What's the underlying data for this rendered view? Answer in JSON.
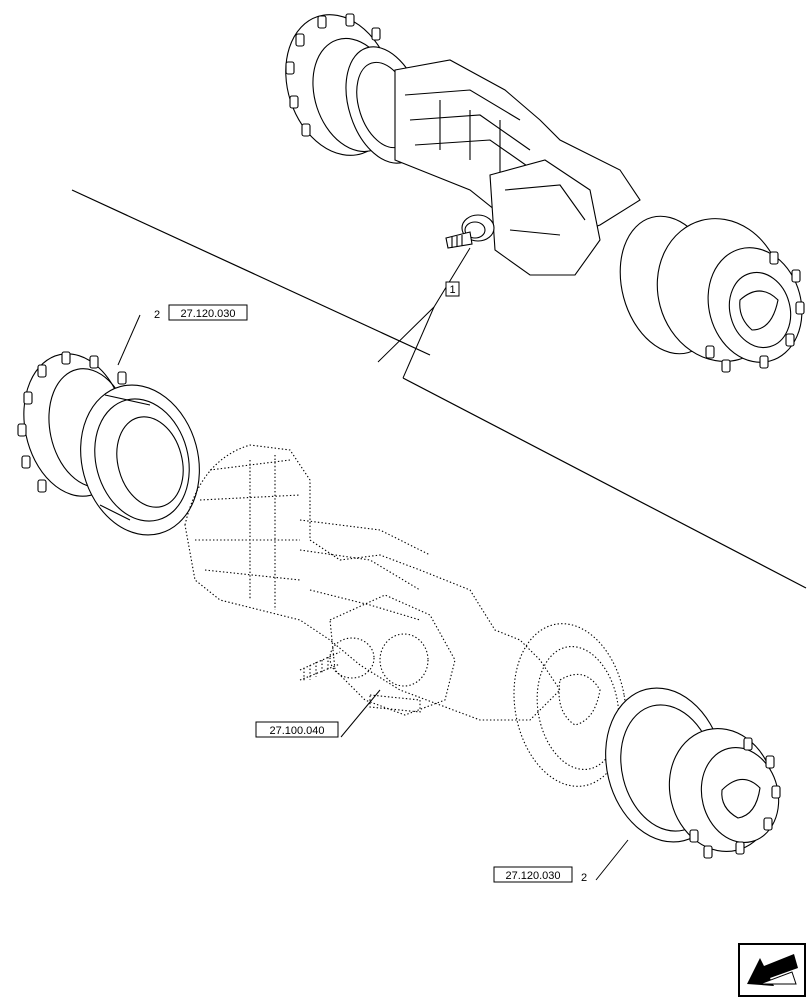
{
  "callouts": {
    "assembly_item": "1",
    "upper_hub_item": "2",
    "upper_hub_ref": "27.120.030",
    "axle_ref": "27.100.040",
    "lower_hub_ref": "27.120.030",
    "lower_hub_item": "2"
  },
  "icons": {
    "corner": "next-page-arrow-icon"
  }
}
